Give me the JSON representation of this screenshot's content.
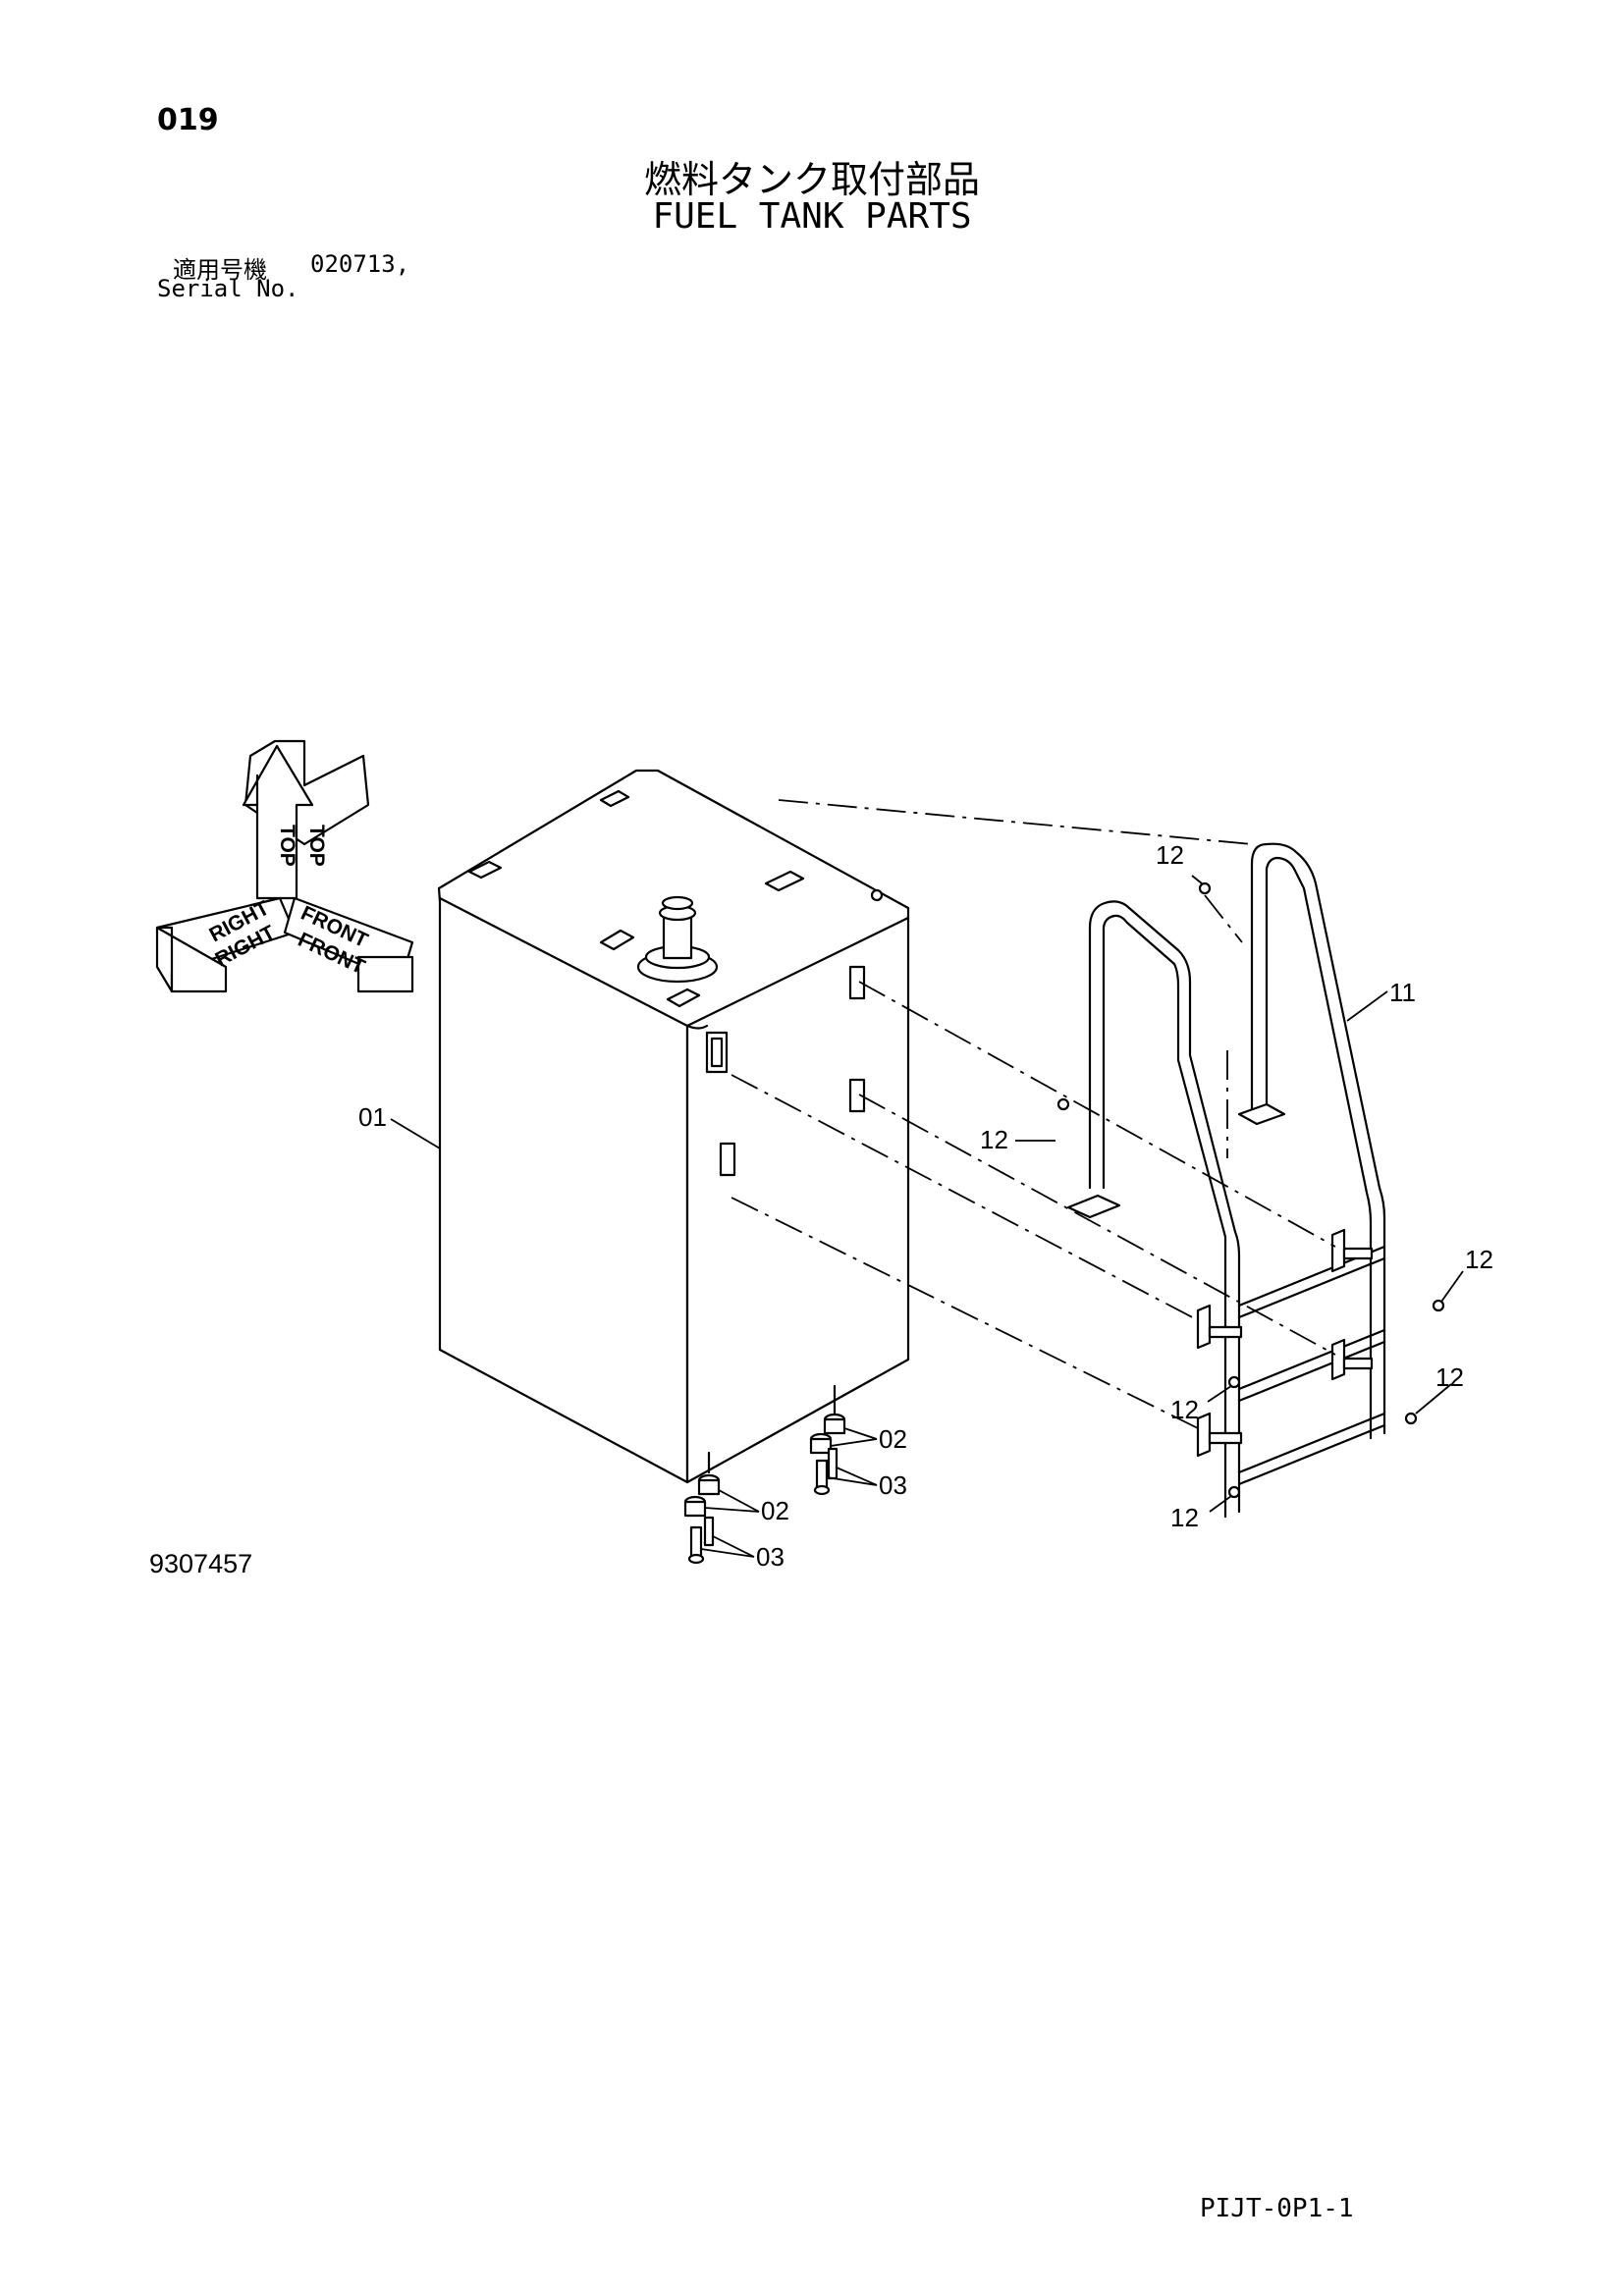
{
  "header": {
    "page_number": "019",
    "title_jp": "燃料タンク取付部品",
    "title_en": "FUEL TANK PARTS",
    "serial_label_jp": "適用号機",
    "serial_value": "020713,",
    "serial_label_en": "Serial No."
  },
  "orientation": {
    "top": "TOP",
    "right": "RIGHT",
    "front": "FRONT"
  },
  "callouts": {
    "tank": "01",
    "spacer_a": "02",
    "spacer_b": "02",
    "bolt_a": "03",
    "bolt_b": "03",
    "ladder": "11",
    "screw_top": "12",
    "screw_mid": "12",
    "screw_right_upper": "12",
    "screw_right_lower": "12",
    "screw_left_upper": "12",
    "screw_left_lower": "12"
  },
  "footer": {
    "drawing_number": "9307457",
    "page_code": "PIJT-0P1-1"
  }
}
